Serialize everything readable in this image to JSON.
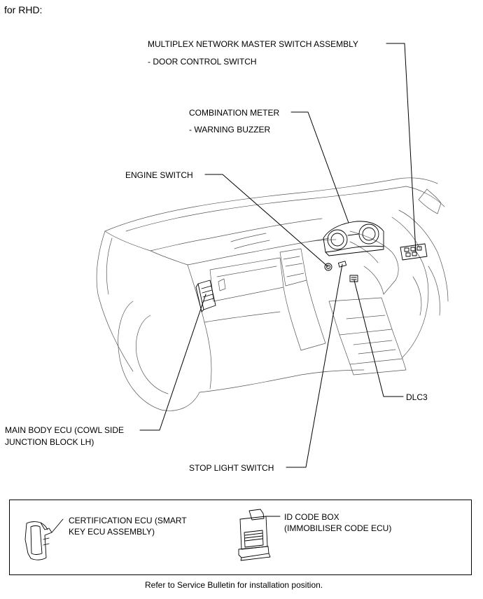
{
  "header": {
    "title": "for RHD:"
  },
  "labels": {
    "multiplex_line1": "MULTIPLEX NETWORK MASTER SWITCH ASSEMBLY",
    "multiplex_line2": "- DOOR CONTROL SWITCH",
    "combination_line1": "COMBINATION METER",
    "combination_line2": "- WARNING BUZZER",
    "engine_switch": "ENGINE SWITCH",
    "main_body_line1": "MAIN BODY ECU (COWL SIDE",
    "main_body_line2": "JUNCTION BLOCK LH)",
    "dlc3": "DLC3",
    "stop_light": "STOP LIGHT SWITCH"
  },
  "legend_box": {
    "certification_line1": "CERTIFICATION ECU (SMART",
    "certification_line2": "KEY ECU ASSEMBLY)",
    "idcode_line1": "ID CODE BOX",
    "idcode_line2": "(IMMOBILISER CODE ECU)"
  },
  "footer": {
    "note": "Refer to Service Bulletin for installation position."
  }
}
